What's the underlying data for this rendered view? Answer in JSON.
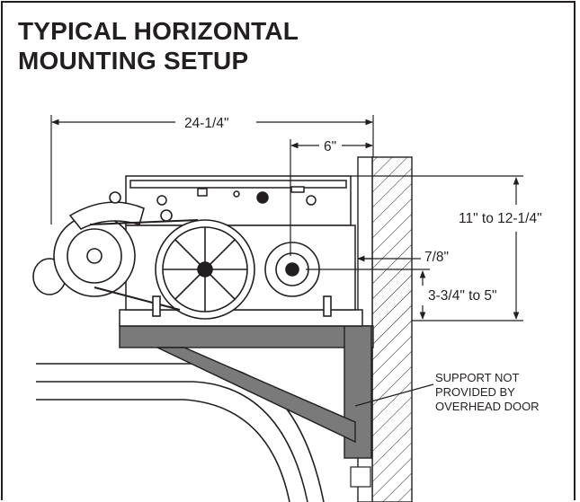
{
  "title": {
    "line1": "TYPICAL HORIZONTAL",
    "line2": "MOUNTING SETUP"
  },
  "dimensions": {
    "overall_width": "24-1/4\"",
    "offset": "6\"",
    "height_range": "11\" to 12-1/4\"",
    "gap": "7/8\"",
    "shaft_height": "3-3/4\" to 5\""
  },
  "note": {
    "line1": "SUPPORT NOT",
    "line2": "PROVIDED BY",
    "line3": "OVERHEAD DOOR"
  },
  "colors": {
    "line": "#231f20",
    "bracket": "#7a7a7a",
    "title": "#231f20"
  }
}
